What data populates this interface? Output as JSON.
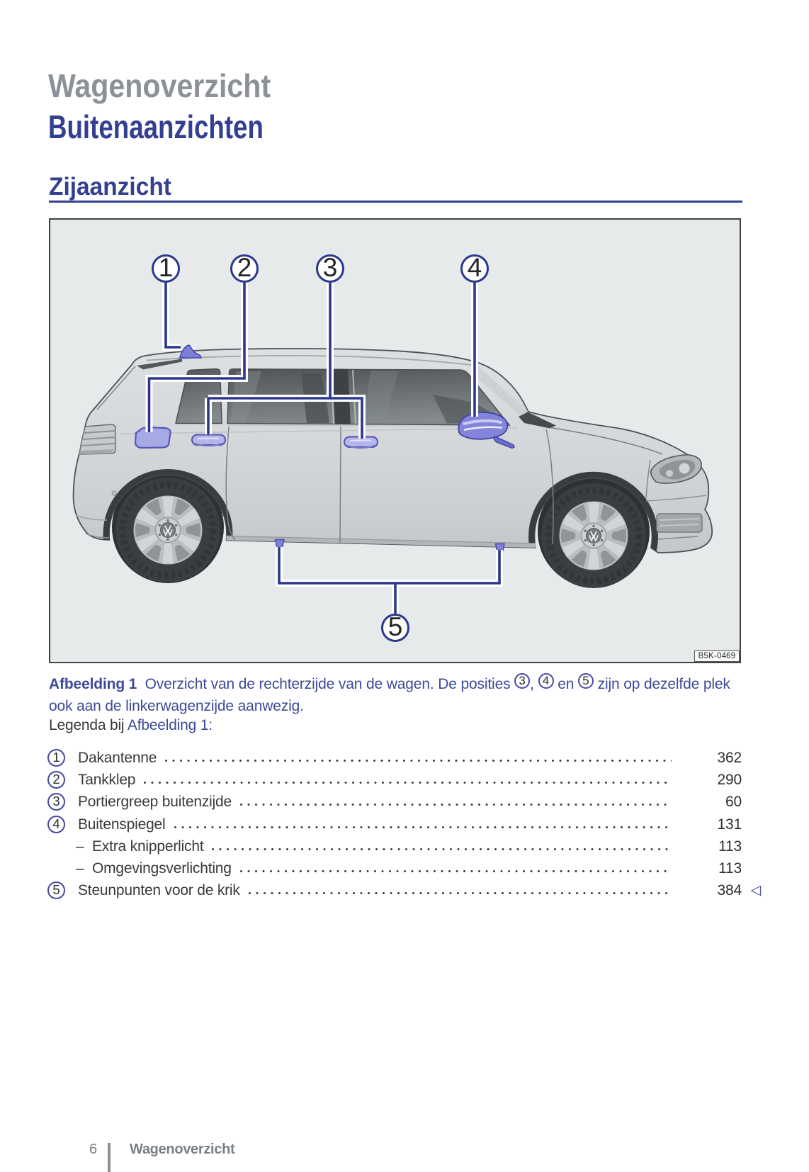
{
  "page": {
    "chapter_title": "Wagenoverzicht",
    "section_title": "Buitenaanzichten",
    "subsection_title": "Zijaanzicht"
  },
  "figure": {
    "image_code": "B5K-0469",
    "callouts": [
      "1",
      "2",
      "3",
      "4",
      "5"
    ],
    "caption": {
      "label": "Afbeelding 1",
      "seg1": "Overzicht van de rechterzijde van de wagen. De posities",
      "ref1": "3",
      "sep1": ",",
      "ref2": "4",
      "sep2": "en",
      "ref3": "5",
      "seg2": "zijn op dezelfde plek",
      "seg3": "ook aan de linkerwagenzijde aanwezig."
    },
    "highlight_color": "#a7a9e5",
    "leader_color": "#2c388e",
    "background_color": "#e7eaea"
  },
  "legend": {
    "intro_prefix": "Legenda bij",
    "intro_link": "Afbeelding 1",
    "intro_suffix": ":",
    "sub_bullet": "–",
    "end_marker_glyph": "◁",
    "items": [
      {
        "num": "1",
        "label": "Dakantenne",
        "page": "362"
      },
      {
        "num": "2",
        "label": "Tankklep",
        "page": "290"
      },
      {
        "num": "3",
        "label": "Portiergreep buitenzijde",
        "page": "60"
      },
      {
        "num": "4",
        "label": "Buitenspiegel",
        "page": "131"
      },
      {
        "num": "",
        "label": "Extra knipperlicht",
        "page": "113"
      },
      {
        "num": "",
        "label": "Omgevingsverlichting",
        "page": "113"
      },
      {
        "num": "5",
        "label": "Steunpunten voor de krik",
        "page": "384"
      }
    ]
  },
  "footer": {
    "page_number": "6",
    "chapter": "Wagenoverzicht"
  },
  "colors": {
    "heading_blue": "#333f90",
    "title_gray": "#8b9196",
    "body_text": "#37393c",
    "caption_blue": "#3d4a97",
    "circle_stroke_blue": "#4549a4"
  }
}
